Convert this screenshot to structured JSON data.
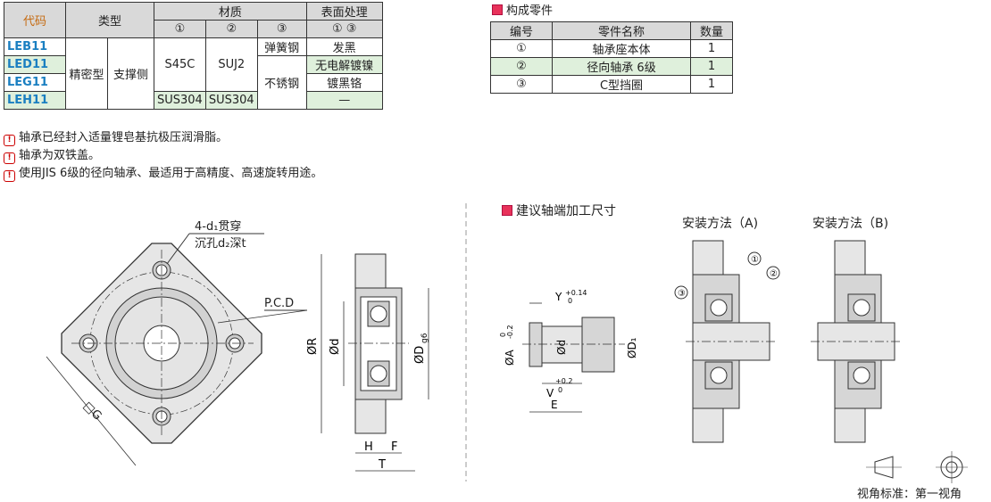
{
  "spec_table": {
    "headers": {
      "code": "代码",
      "type": "类型",
      "material": "材质",
      "surface": "表面处理",
      "m1": "①",
      "m2": "②",
      "m3": "③",
      "s13": "① ③"
    },
    "codes": [
      "LEB11",
      "LED11",
      "LEG11",
      "LEH11"
    ],
    "type1": "精密型",
    "type2": "支撑侧",
    "mat1": "S45C",
    "mat2": "SUJ2",
    "mat3a": "弹簧钢",
    "mat3b": "不锈钢",
    "mat1b": "SUS304",
    "mat2b": "SUS304",
    "surf": [
      "发黑",
      "无电解镀镍",
      "镀黑铬",
      "—"
    ]
  },
  "parts_section": {
    "title": "构成零件",
    "headers": [
      "编号",
      "零件名称",
      "数量"
    ],
    "rows": [
      [
        "①",
        "轴承座本体",
        "1"
      ],
      [
        "②",
        "径向轴承 6级",
        "1"
      ],
      [
        "③",
        "C型挡圈",
        "1"
      ]
    ]
  },
  "notes": [
    "轴承已经封入适量锂皂基抗极压润滑脂。",
    "轴承为双铁盖。",
    "使用JIS 6级的径向轴承、最适用于高精度、高速旋转用途。"
  ],
  "drawing": {
    "holes_label_1": "4-d₁贯穿",
    "holes_label_2": "沉孔d₂深t",
    "pcd": "P.C.D",
    "g": "□G",
    "r": "ØR",
    "d": "Ød",
    "dg6": "ØD",
    "g6": "g6",
    "h": "H",
    "f": "F",
    "t": "T"
  },
  "shaft_section": {
    "title": "建议轴端加工尺寸",
    "y": "Y",
    "y_tol": "+0.14",
    "y_tol0": "0",
    "a": "ØA",
    "a_tol": "0",
    "a_tol2": "-0.2",
    "d": "Ød",
    "d1": "ØD₁",
    "v": "V",
    "v_tol": "+0.2",
    "v_tol0": "0",
    "e": "E"
  },
  "install_a": "安装方法（A)",
  "install_b": "安装方法（B)",
  "callouts": [
    "①",
    "②",
    "③"
  ],
  "view_standard": "视角标准：第一视角"
}
